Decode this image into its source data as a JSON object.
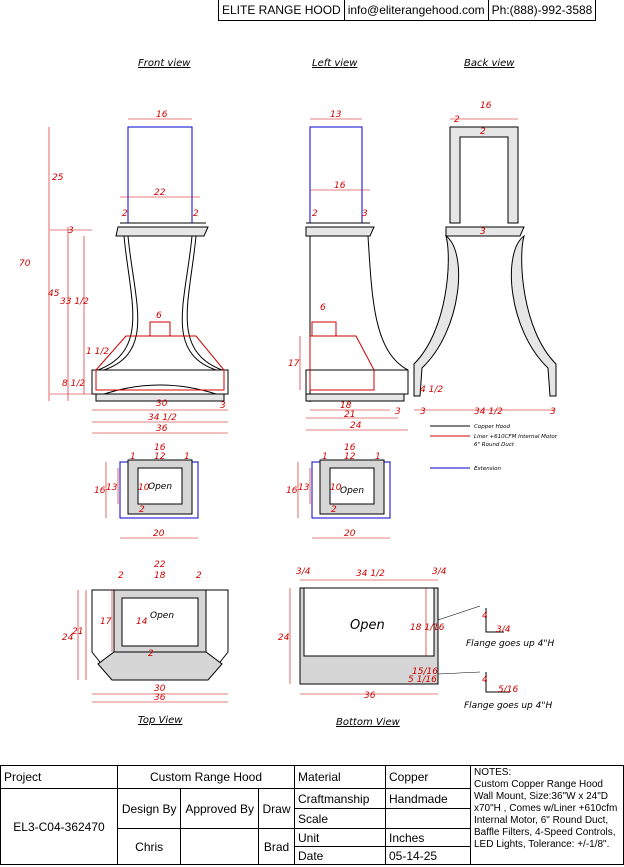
{
  "header": {
    "company": "ELITE RANGE HOOD",
    "email": "info@eliterangehood.com",
    "phone": "Ph:(888)-992-3588"
  },
  "views": {
    "front": "Front view",
    "left": "Left view",
    "back": "Back view",
    "top": "Top View",
    "bottom": "Bottom View"
  },
  "labels": {
    "open": "Open",
    "flange": "Flange goes up 4\"H"
  },
  "legend": {
    "copper": "Copper Hood",
    "liner1": "Liner +610CFM Internal Motor",
    "liner2": "6\" Round Duct",
    "extension": "Extension"
  },
  "colors": {
    "copper": "#000000",
    "liner": "#d00000",
    "extension": "#0000cc",
    "fill": "#d6d6d6"
  },
  "dims": {
    "front": {
      "top": "16",
      "mid": "22",
      "h25": "25",
      "h70": "70",
      "h45": "45",
      "h33": "33 1/2",
      "c2a": "2",
      "c2b": "2",
      "c3": "3",
      "w6": "6",
      "w30": "30",
      "w34": "34 1/2",
      "w36": "36",
      "h8": "8 1/2",
      "h1": "1 1/2",
      "c3b": "3"
    },
    "left": {
      "top": "13",
      "mid": "16",
      "c2": "2",
      "c3": "3",
      "w6": "6",
      "h17": "17",
      "w18": "18",
      "w21": "21",
      "w24": "24",
      "c3b": "3"
    },
    "back": {
      "top": "16",
      "c2a": "2",
      "c2b": "2",
      "c3": "3",
      "w34": "34 1/2",
      "h4": "4 1/2",
      "c3a": "3",
      "c3b": "3"
    },
    "sq1": {
      "w16": "16",
      "w12": "12",
      "e1": "1",
      "e2": "1",
      "h16": "16",
      "h13": "13",
      "h10": "10",
      "b2": "2",
      "w20": "20"
    },
    "sq2": {
      "w16": "16",
      "w12": "12",
      "e1": "1",
      "e2": "1",
      "h16": "16",
      "h13": "13",
      "h10": "10",
      "b2": "2",
      "w20": "20"
    },
    "topv": {
      "w22": "22",
      "w18": "18",
      "c2a": "2",
      "c2b": "2",
      "h24": "24",
      "h21": "21",
      "h17": "17",
      "h14": "14",
      "b2": "2",
      "w30": "30",
      "w36": "36"
    },
    "bottomv": {
      "f1": "3/4",
      "w34": "34 1/2",
      "f2": "3/4",
      "h24": "24",
      "h18": "18 1/16",
      "w36": "36",
      "b15": "15/16",
      "b5": "5 1/16",
      "d1": "4",
      "d2": "3/4",
      "d3": "4",
      "d4": "5/16"
    }
  },
  "title_block": {
    "project_label": "Project",
    "project_value": "Custom Range Hood",
    "material_label": "Material",
    "material_value": "Copper",
    "craft_label": "Craftmanship",
    "craft_value": "Handmade",
    "scale_label": "Scale",
    "scale_value": "",
    "unit_label": "Unit",
    "unit_value": "Inches",
    "date_label": "Date",
    "date_value": "05-14-25",
    "design_label": "Design By",
    "approved_label": "Approved By",
    "draw_label": "Draw",
    "design_value": "Chris",
    "draw_value": "Brad",
    "code": "EL3-C04-362470",
    "notes_title": "NOTES:",
    "notes_lines": [
      "Custom Copper Range Hood",
      "Wall Mount, Size:36\"W x 24\"D",
      "x70\"H , Comes w/Liner +610cfm",
      "Internal Motor, 6\" Round Duct,",
      "Baffle Filters, 4-Speed Controls,",
      "LED Lights, Tolerance: +/-1/8\"."
    ]
  }
}
